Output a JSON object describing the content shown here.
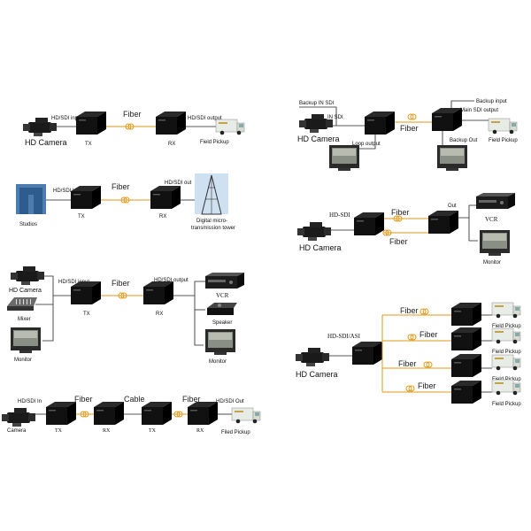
{
  "colors": {
    "fiber": "#e09a1a",
    "wire": "#222222",
    "device": "#111111",
    "truck": "#e8ece6"
  },
  "diagrams": {
    "d1": {
      "camera": "HD Camera",
      "input": "HD/SDI input",
      "fiber": "Fiber",
      "output": "HD/SDI output",
      "tx": "TX",
      "rx": "RX",
      "pickup": "Field Pickup"
    },
    "d2": {
      "source": "Studios",
      "input": "HD/SDI In",
      "fiber": "Fiber",
      "output": "HD/SDI out",
      "tx": "TX",
      "rx": "RX",
      "tower_line1": "Digital micro-",
      "tower_line2": "transmission tower"
    },
    "d3": {
      "camera": "HD Camera",
      "input": "HD/SDI input",
      "fiber": "Fiber",
      "output": "HD/SDI output",
      "tx": "TX",
      "rx": "RX",
      "mixer": "Mixer",
      "monitor_left": "Monitor",
      "vcr": "VCR",
      "speaker": "Speaker",
      "monitor_right": "Monitor"
    },
    "d4": {
      "input": "HD/SDI In",
      "fiber1": "Fiber",
      "cable": "Cable",
      "fiber2": "Fiber",
      "output": "HD/SDI Out",
      "camera": "Camera",
      "tx1": "TX",
      "rx1": "RX",
      "tx2": "TX",
      "rx2": "RX",
      "pickup": "Filed Pickup"
    },
    "d5": {
      "backup_in": "Backup IN SDI",
      "in_sdi": "IN SDI",
      "camera": "HD Camera",
      "loop": "Loop output",
      "fiber": "Fiber",
      "backup_input": "Backup input",
      "main_output": "Main SDI output",
      "backup_out": "Backup Out",
      "pickup": "Field Pickup"
    },
    "d6": {
      "hdsdi": "HD-SDI",
      "camera": "HD Camera",
      "fiber_top": "Fiber",
      "fiber_bottom": "Fiber",
      "out": "Out",
      "vcr": "VCR",
      "monitor": "Monitor"
    },
    "d7": {
      "hdsdi": "HD-SDI/ASI",
      "camera": "HD Camera",
      "fiber1": "Fiber",
      "fiber2": "Fiber",
      "fiber3": "Fiber",
      "fiber4": "Fiber",
      "pickup1": "Field Pickup",
      "pickup2": "Field Pickup",
      "pickup3": "Field Pickup",
      "pickup4": "Field Pickup"
    }
  }
}
